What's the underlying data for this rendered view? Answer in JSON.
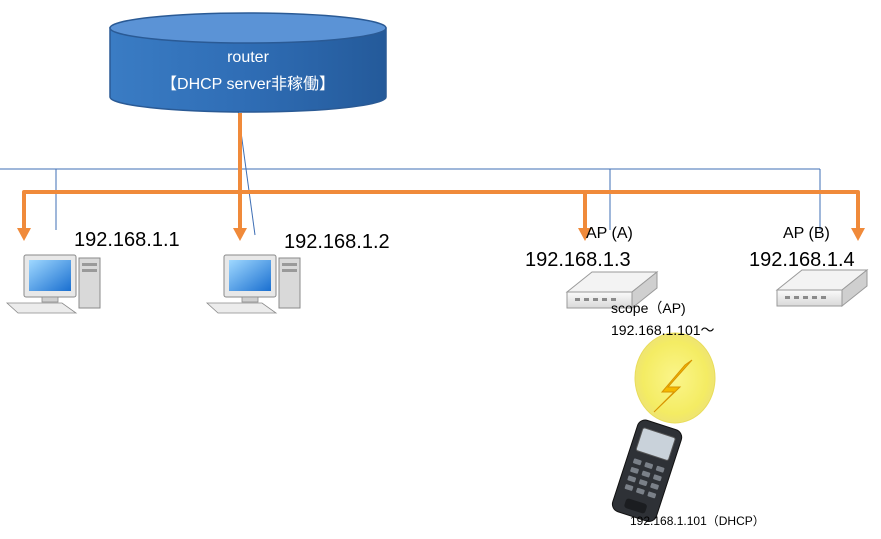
{
  "router": {
    "name": "router",
    "status": "【DHCP server非稼働】",
    "color": "#2f6db5"
  },
  "pc1": {
    "ip": "192.168.1.1"
  },
  "pc2": {
    "ip": "192.168.1.2"
  },
  "ap_a": {
    "name": "AP (A)",
    "ip": "192.168.1.3"
  },
  "ap_b": {
    "name": "AP (B)",
    "ip": "192.168.1.4"
  },
  "scope": {
    "title": "scope（AP)",
    "range": "192.168.1.101～"
  },
  "handheld": {
    "ip": "192.168.1.101（DHCP）"
  },
  "colors": {
    "arrow": "#f08a3a",
    "line": "#3f6fb5",
    "signal": "#f7f06a"
  }
}
